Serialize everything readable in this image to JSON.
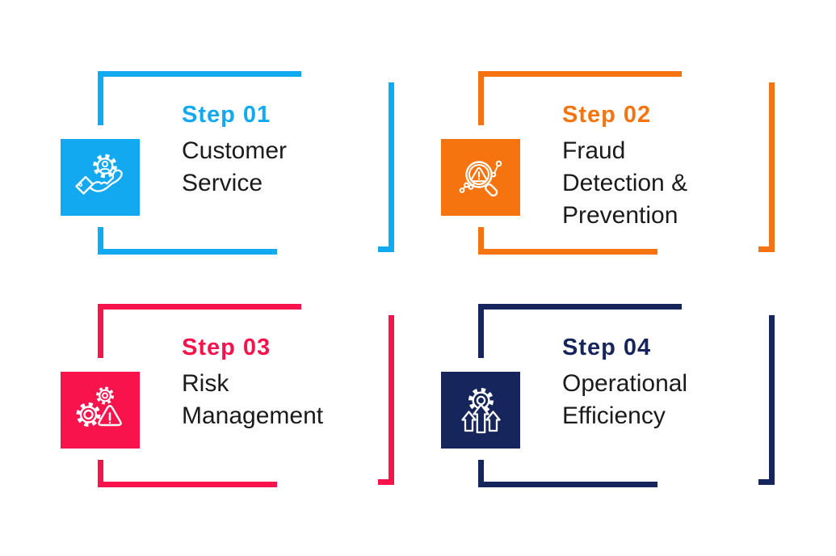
{
  "infographic": {
    "background_color": "#ffffff",
    "text_color": "#1b1b1b",
    "steps": [
      {
        "label": "Step 01",
        "title_lines": [
          "Customer",
          "Service"
        ],
        "accent": "#12A9F0",
        "icon": "hand-holding-customer-gear-icon"
      },
      {
        "label": "Step 02",
        "title_lines": [
          "Fraud",
          "Detection &",
          "Prevention"
        ],
        "accent": "#F5740F",
        "icon": "magnifier-warning-data-icon"
      },
      {
        "label": "Step 03",
        "title_lines": [
          "Risk",
          "Management"
        ],
        "accent": "#F8134C",
        "icon": "gears-warning-triangle-icon"
      },
      {
        "label": "Step 04",
        "title_lines": [
          "Operational",
          "Efficiency"
        ],
        "accent": "#16265C",
        "icon": "gear-rising-arrows-icon"
      }
    ]
  }
}
